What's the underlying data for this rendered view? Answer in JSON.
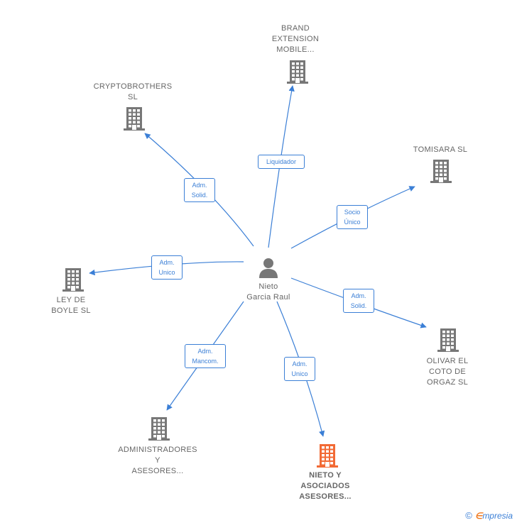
{
  "colors": {
    "edge": "#3b7fd6",
    "building": "#777777",
    "building_highlight": "#f26a35",
    "person": "#777777",
    "text": "#666666"
  },
  "center": {
    "name": "Nieto\nGarcia Raul",
    "icon": "person-icon"
  },
  "companies": [
    {
      "id": "brand",
      "name": "BRAND\nEXTENSION\nMOBILE...",
      "icon": "building-icon",
      "highlight": false
    },
    {
      "id": "crypto",
      "name": "CRYPTOBROTHERS\nSL",
      "icon": "building-icon",
      "highlight": false
    },
    {
      "id": "tomisara",
      "name": "TOMISARA  SL",
      "icon": "building-icon",
      "highlight": false
    },
    {
      "id": "ley",
      "name": "LEY DE\nBOYLE SL",
      "icon": "building-icon",
      "highlight": false
    },
    {
      "id": "olivar",
      "name": "OLIVAR EL\nCOTO DE\nORGAZ  SL",
      "icon": "building-icon",
      "highlight": false
    },
    {
      "id": "admin",
      "name": "ADMINISTRADORES\nY\nASESORES...",
      "icon": "building-icon",
      "highlight": false
    },
    {
      "id": "nieto",
      "name": "NIETO Y\nASOCIADOS\nASESORES...",
      "icon": "building-icon",
      "highlight": true
    }
  ],
  "relations": [
    {
      "target": "brand",
      "label": "Liquidador"
    },
    {
      "target": "crypto",
      "label": "Adm.\nSolid."
    },
    {
      "target": "tomisara",
      "label": "Socio\nÚnico"
    },
    {
      "target": "ley",
      "label": "Adm.\nUnico"
    },
    {
      "target": "olivar",
      "label": "Adm.\nSolid."
    },
    {
      "target": "admin",
      "label": "Adm.\nMancom."
    },
    {
      "target": "nieto",
      "label": "Adm.\nUnico"
    }
  ],
  "footer": {
    "copyright_symbol": "©",
    "brand_first": "∈",
    "brand_rest": "mpresia"
  }
}
